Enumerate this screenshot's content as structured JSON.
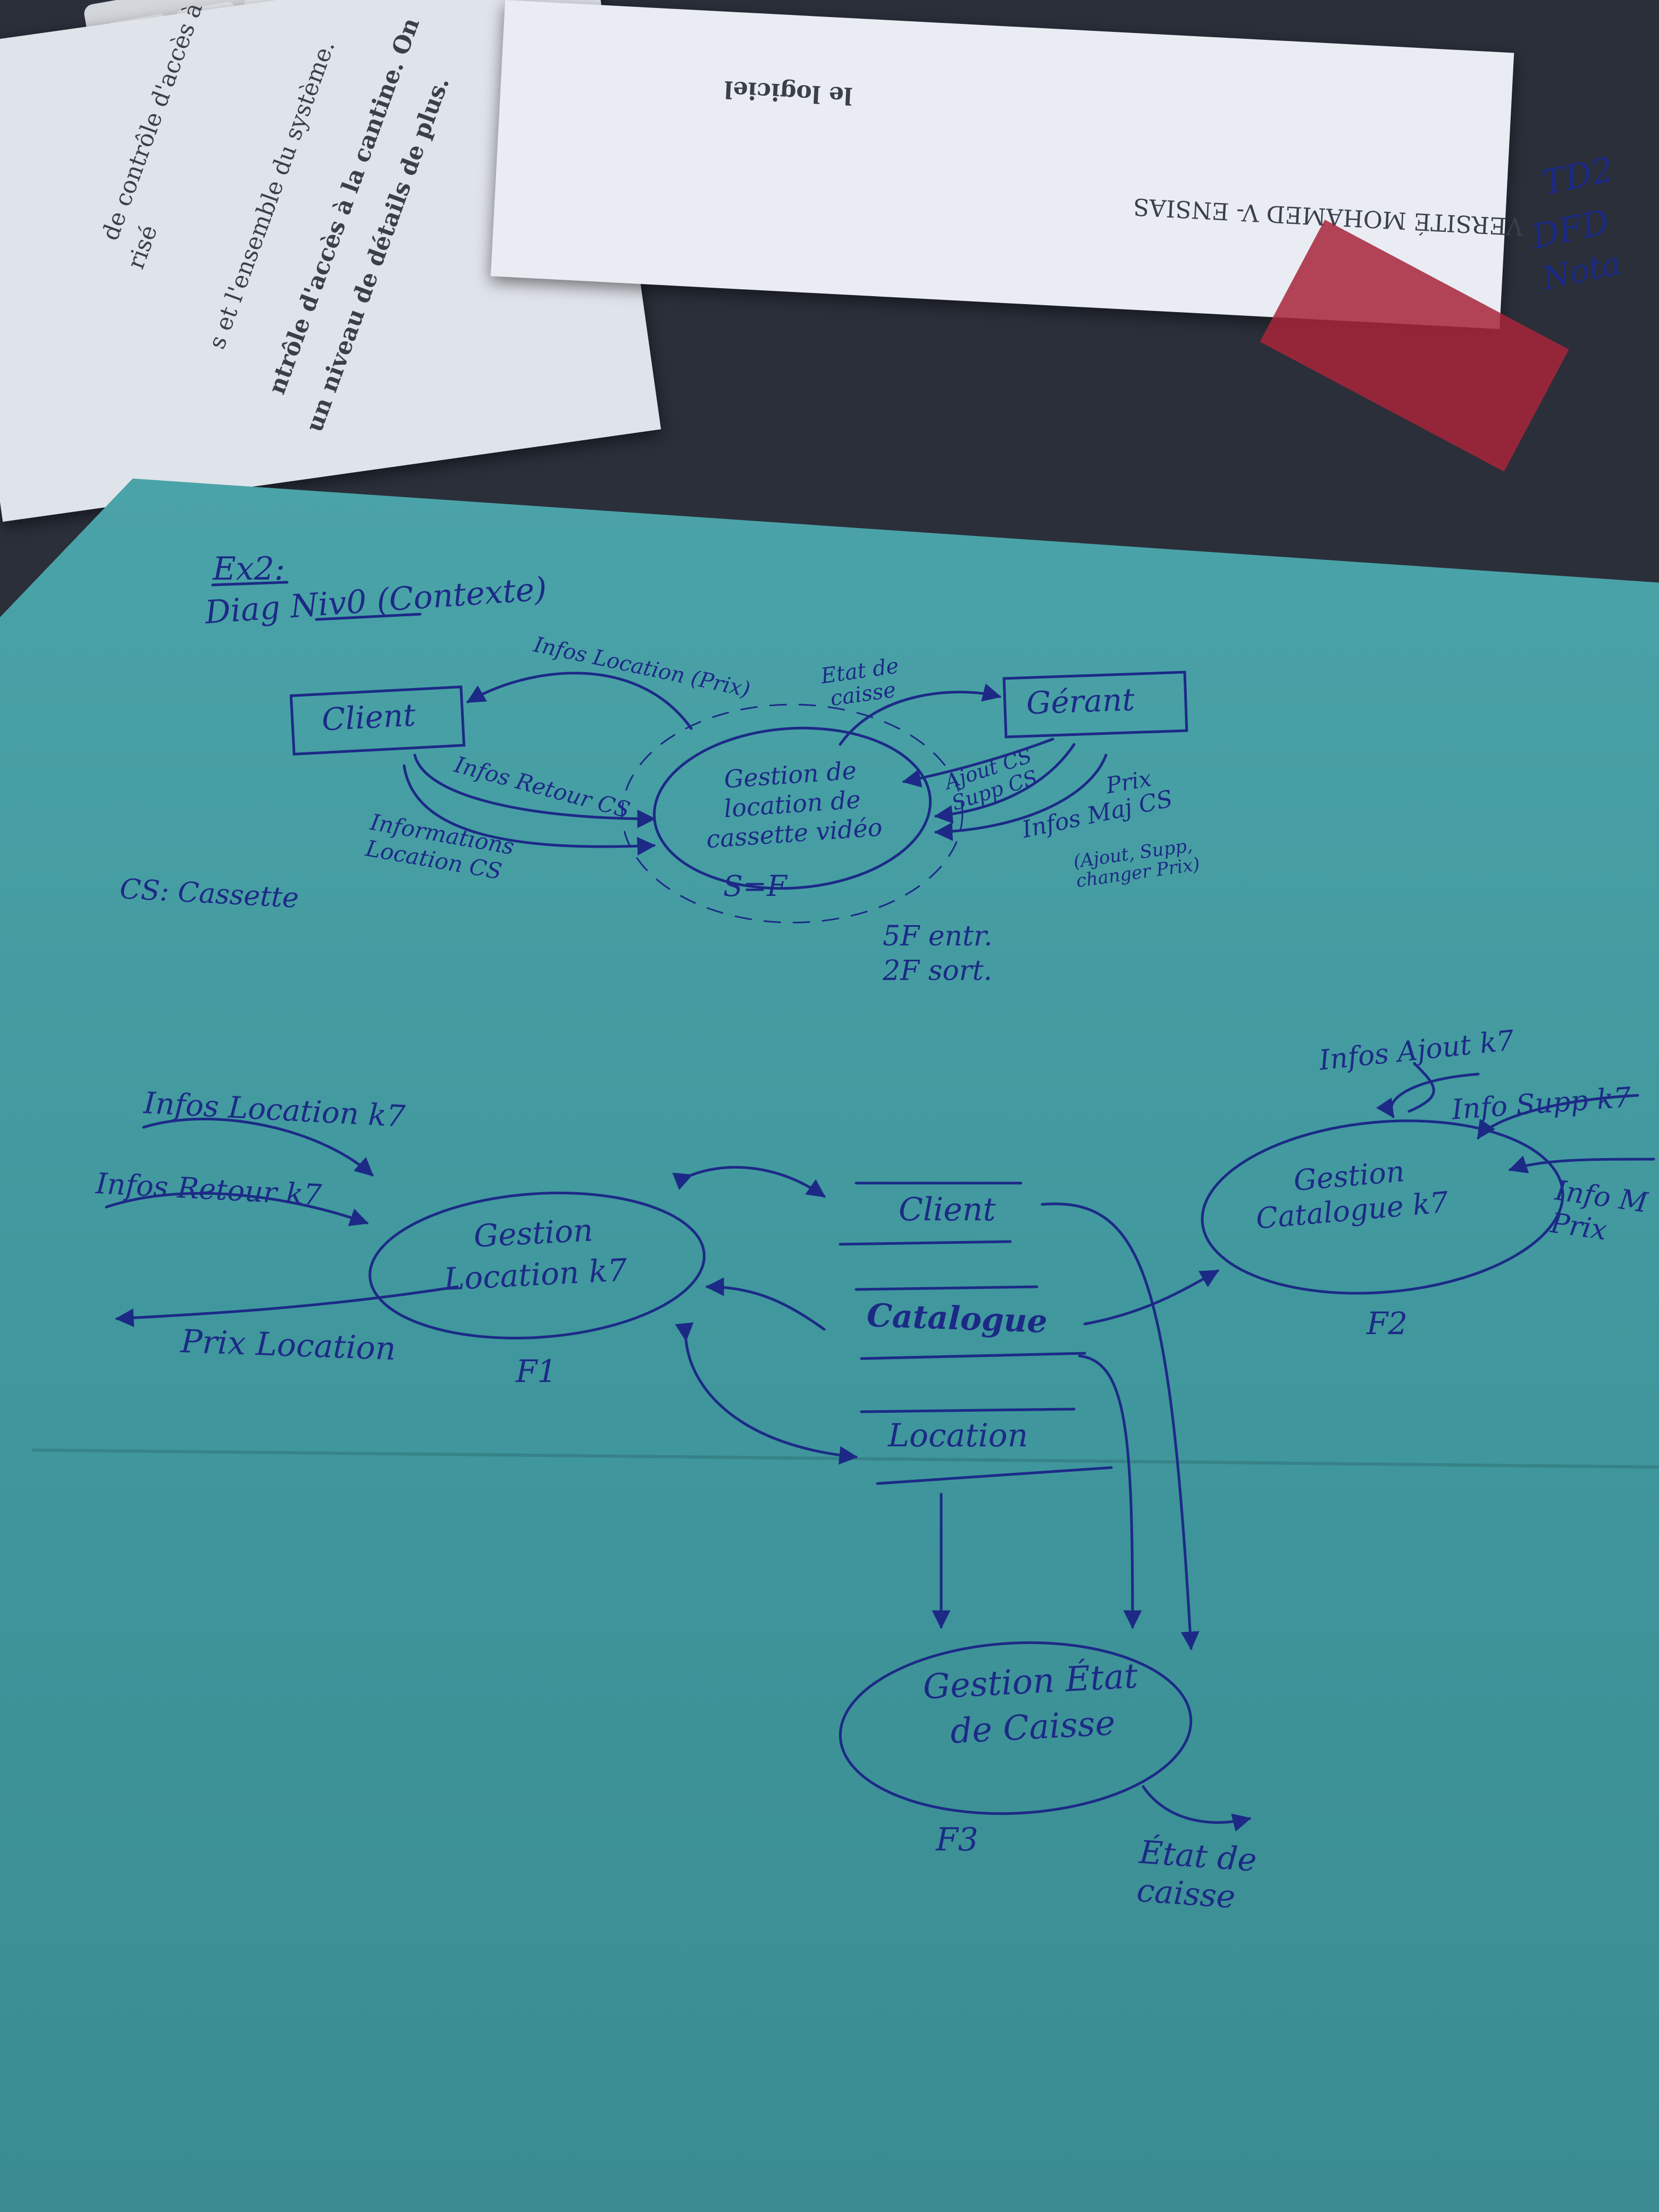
{
  "background": {
    "printed_text": {
      "top_right_title": "le logiciel",
      "top_right_header": "VERSITÉ MOHAMED V- ENSIAS",
      "left_lines": [
        "de contrôle d'accès à la cantine.",
        "risé",
        "s et l'ensemble du système.",
        "ntrôle d'accès à la cantine. On",
        "un niveau de détails de plus."
      ]
    },
    "side_notes": [
      "TD2",
      "DFD",
      "Nota"
    ]
  },
  "handwriting": {
    "title": "Ex2:",
    "subtitle": "Diag Niv0 (Contexte)",
    "legend": "CS: Cassette",
    "context": {
      "client": "Client",
      "gerant": "Gérant",
      "process": "Gestion de location de cassette vidéo",
      "sf": "S=F",
      "infos_location": "Infos Location (Prix)",
      "etat_caisse": "Etat de caisse",
      "infos_retour": "Infos Retour CS",
      "informations_location": "Informations Location CS",
      "ajout_supp": "Ajout CS Supp CS",
      "infos_maj": "Infos Maj CS",
      "prix": "Prix",
      "maj_detail": "(Ajout, Supp, changer Prix)",
      "sf_entr": "5F entr.",
      "sf_sort": "2F sort."
    },
    "level1": {
      "f1_process": "Gestion Location k7",
      "f1_label": "F1",
      "f2_process": "Gestion Catalogue k7",
      "f2_label": "F2",
      "f3_process": "Gestion État de Caisse",
      "f3_label": "F3",
      "store_client": "Client",
      "store_catalogue": "Catalogue",
      "store_location": "Location",
      "infos_location_k7": "Infos Location k7",
      "infos_retour_k7": "Infos Retour k7",
      "prix_location": "Prix Location",
      "infos_ajout_k7": "Infos Ajout k7",
      "info_supp_k7": "Info Supp k7",
      "info_m_prix": "Info M Prix",
      "etat_de_caisse": "État de caisse"
    }
  },
  "colors": {
    "ink": "#1c2a86",
    "paper": "#459ea4"
  }
}
